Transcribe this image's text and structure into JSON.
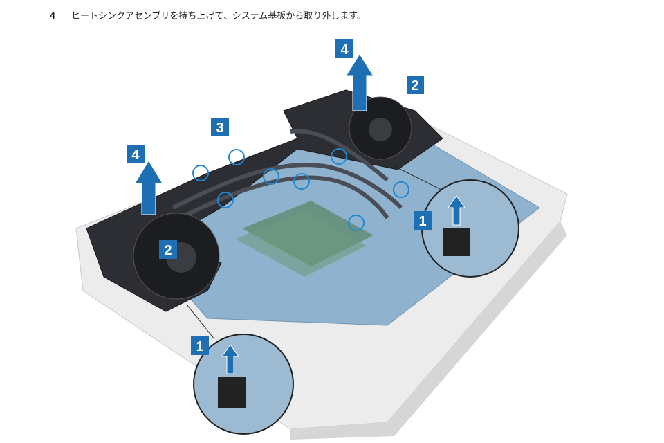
{
  "step": {
    "number": "4",
    "text": "ヒートシンクアセンブリを持ち上げて、システム基板から取り外します。"
  },
  "figure": {
    "callouts": [
      "4",
      "2",
      "3",
      "4",
      "2",
      "1",
      "1"
    ],
    "colors": {
      "callout": "#1f6fb4",
      "board": "#7fa6c4",
      "heatsink": "#2a2c30",
      "chassis": "#e6e6e6",
      "ring": "#1e88d0"
    }
  }
}
